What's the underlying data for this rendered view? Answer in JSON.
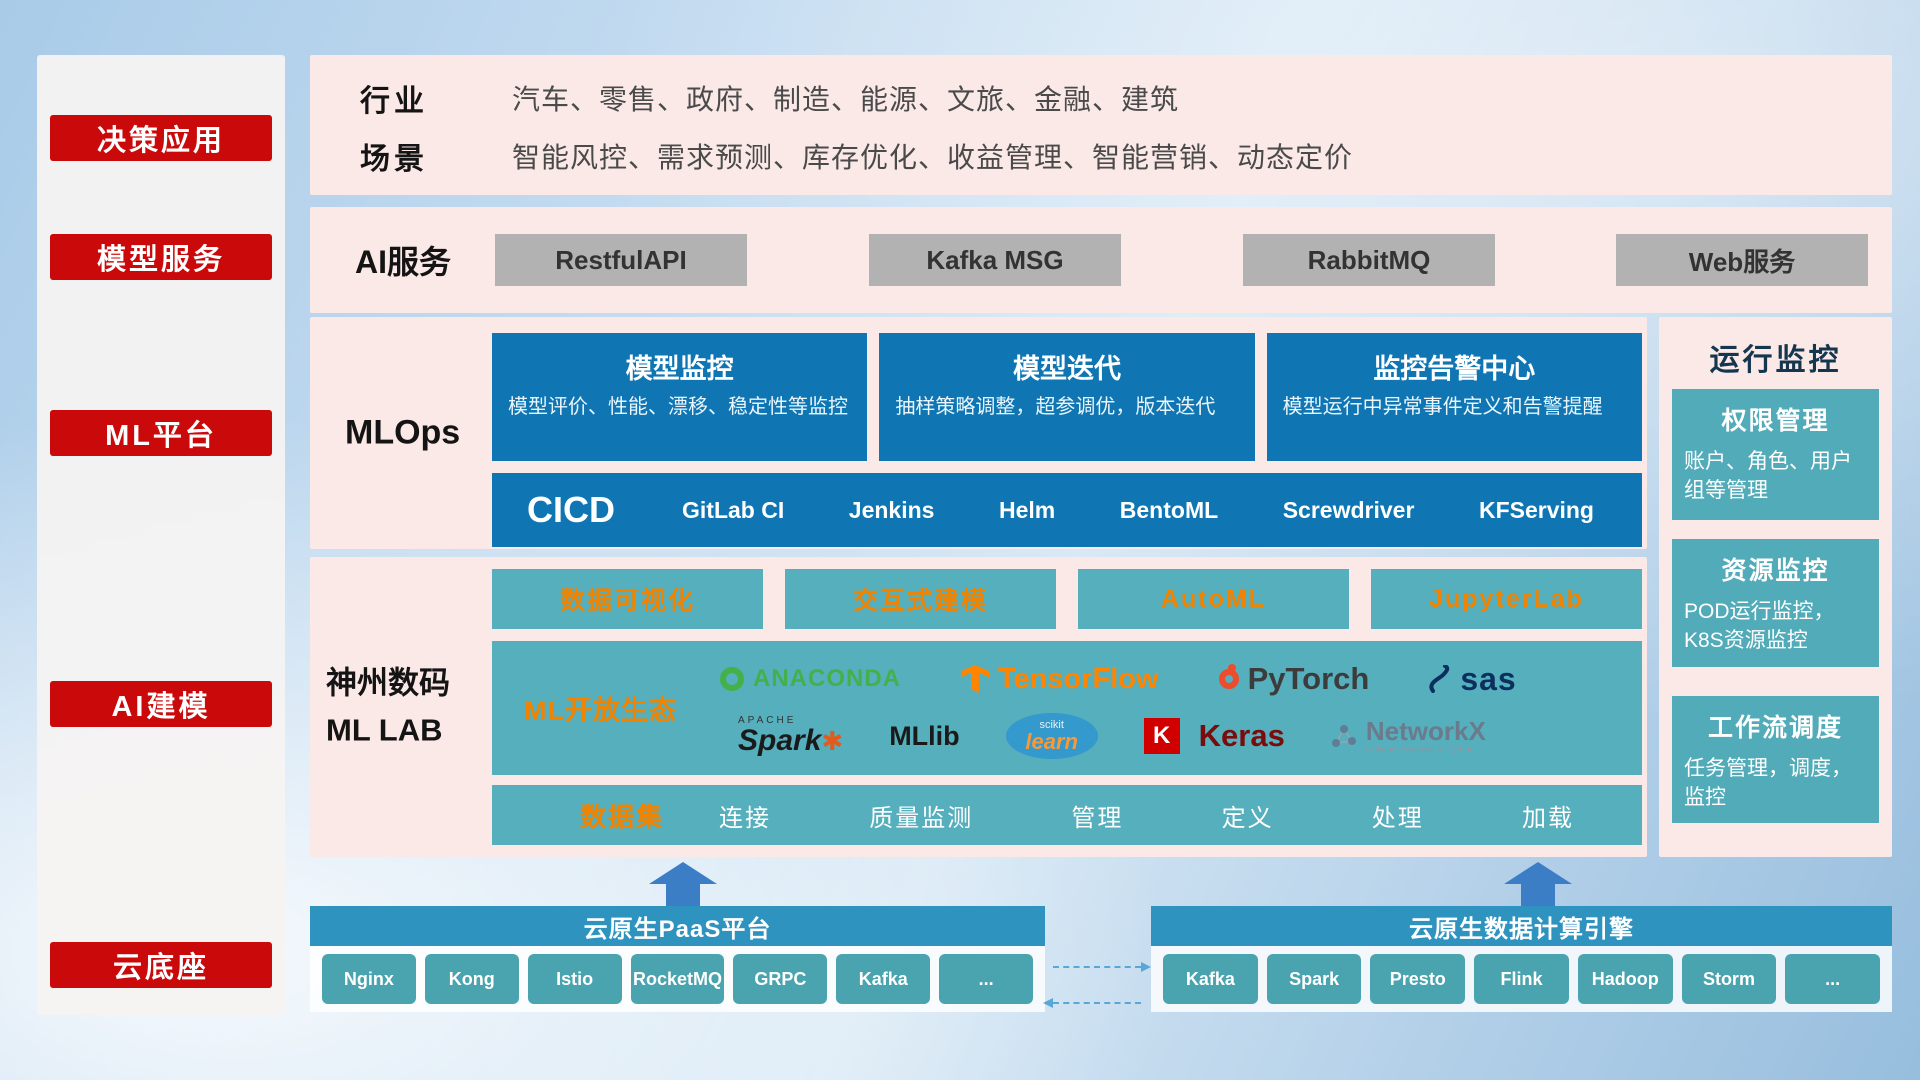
{
  "sidebar": {
    "items": [
      {
        "label": "决策应用"
      },
      {
        "label": "模型服务"
      },
      {
        "label": "ML平台"
      },
      {
        "label": "AI建模"
      },
      {
        "label": "云底座"
      }
    ]
  },
  "industry": {
    "label1": "行业",
    "text1": "汽车、零售、政府、制造、能源、文旅、金融、建筑",
    "label2": "场景",
    "text2": "智能风控、需求预测、库存优化、收益管理、智能营销、动态定价"
  },
  "ai_service": {
    "label": "AI服务",
    "items": [
      {
        "label": "RestfulAPI"
      },
      {
        "label": "Kafka MSG"
      },
      {
        "label": "RabbitMQ"
      },
      {
        "label": "Web服务"
      }
    ]
  },
  "mlops": {
    "label": "MLOps",
    "cards": [
      {
        "title": "模型监控",
        "desc": "模型评价、性能、漂移、稳定性等监控"
      },
      {
        "title": "模型迭代",
        "desc": "抽样策略调整，超参调优，版本迭代"
      },
      {
        "title": "监控告警中心",
        "desc": "模型运行中异常事件定义和告警提醒"
      }
    ],
    "cicd_label": "CICD",
    "cicd_tools": [
      {
        "label": "GitLab CI"
      },
      {
        "label": "Jenkins"
      },
      {
        "label": "Helm"
      },
      {
        "label": "BentoML"
      },
      {
        "label": "Screwdriver"
      },
      {
        "label": "KFServing"
      }
    ]
  },
  "mllab": {
    "label_line1": "神州数码",
    "label_line2": "ML LAB",
    "top_tools": [
      {
        "label": "数据可视化"
      },
      {
        "label": "交互式建模"
      },
      {
        "label": "AutoML"
      },
      {
        "label": "JupyterLab"
      }
    ],
    "eco_label": "ML开放生态",
    "logos": {
      "anaconda": "ANACONDA",
      "tensorflow": "TensorFlow",
      "pytorch": "PyTorch",
      "sas": "sas",
      "spark_small": "APACHE",
      "spark": "Spark",
      "mllib": "MLlib",
      "scikit_top": "scikit",
      "scikit": "learn",
      "keras_k": "K",
      "keras": "Keras",
      "networkx": "NetworkX",
      "networkx_sub": "Network Analysis in Python"
    },
    "dataset_label": "数据集",
    "dataset_items": [
      {
        "label": "连接"
      },
      {
        "label": "质量监测"
      },
      {
        "label": "管理"
      },
      {
        "label": "定义"
      },
      {
        "label": "处理"
      },
      {
        "label": "加载"
      }
    ]
  },
  "monitoring": {
    "title": "运行监控",
    "cards": [
      {
        "title": "权限管理",
        "desc": "账户、角色、用户组等管理"
      },
      {
        "title": "资源监控",
        "desc": "POD运行监控，K8S资源监控"
      },
      {
        "title": "工作流调度",
        "desc": "任务管理，调度，监控"
      }
    ]
  },
  "bottom": {
    "paas_title": "云原生PaaS平台",
    "paas_tools": [
      {
        "label": "Nginx"
      },
      {
        "label": "Kong"
      },
      {
        "label": "Istio"
      },
      {
        "label": "RocketMQ"
      },
      {
        "label": "GRPC"
      },
      {
        "label": "Kafka"
      },
      {
        "label": "..."
      }
    ],
    "engine_title": "云原生数据计算引擎",
    "engine_tools": [
      {
        "label": "Kafka"
      },
      {
        "label": "Spark"
      },
      {
        "label": "Presto"
      },
      {
        "label": "Flink"
      },
      {
        "label": "Hadoop"
      },
      {
        "label": "Storm"
      },
      {
        "label": "..."
      }
    ]
  },
  "colors": {
    "red": "#c9090a",
    "pink_panel": "#fbe9e7",
    "blue_card": "#0f76b3",
    "teal": "#55afbc",
    "orange": "#f08300",
    "gray_button": "#b2b2b2",
    "bar_blue": "#2f93c0"
  }
}
